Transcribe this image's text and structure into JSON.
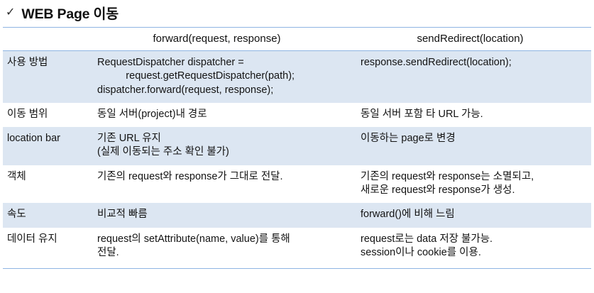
{
  "slide": {
    "bullet_icon": "check-icon",
    "bullet_glyph": "✓",
    "title": "WEB Page 이동"
  },
  "colors": {
    "rule": "#8eb4e3",
    "band": "#dce6f2",
    "background": "#ffffff",
    "text": "#131313"
  },
  "table": {
    "headers": {
      "label": "",
      "forward": "forward(request, response)",
      "send_redirect": "sendRedirect(location)"
    },
    "rows": [
      {
        "label": "사용 방법",
        "forward": "RequestDispatcher dispatcher =\n          request.getRequestDispatcher(path);\ndispatcher.forward(request, response);",
        "send_redirect": "response.sendRedirect(location);"
      },
      {
        "label": "이동 범위",
        "forward": "동일 서버(project)내 경로",
        "send_redirect": "동일 서버 포함 타 URL 가능."
      },
      {
        "label": "location bar",
        "forward": "기존 URL 유지\n(실제 이동되는 주소 확인 불가)",
        "send_redirect": "이동하는 page로 변경"
      },
      {
        "label": "객체",
        "forward": "기존의 request와 response가 그대로 전달.",
        "send_redirect": "기존의 request와 response는 소멸되고,\n새로운 request와 response가 생성."
      },
      {
        "label": "속도",
        "forward": "비교적 빠름",
        "send_redirect": "forward()에 비해 느림"
      },
      {
        "label": "데이터 유지",
        "forward": "request의 setAttribute(name, value)를 통해\n전달.",
        "send_redirect": "request로는 data 저장 불가능.\nsession이나 cookie를 이용."
      }
    ]
  }
}
